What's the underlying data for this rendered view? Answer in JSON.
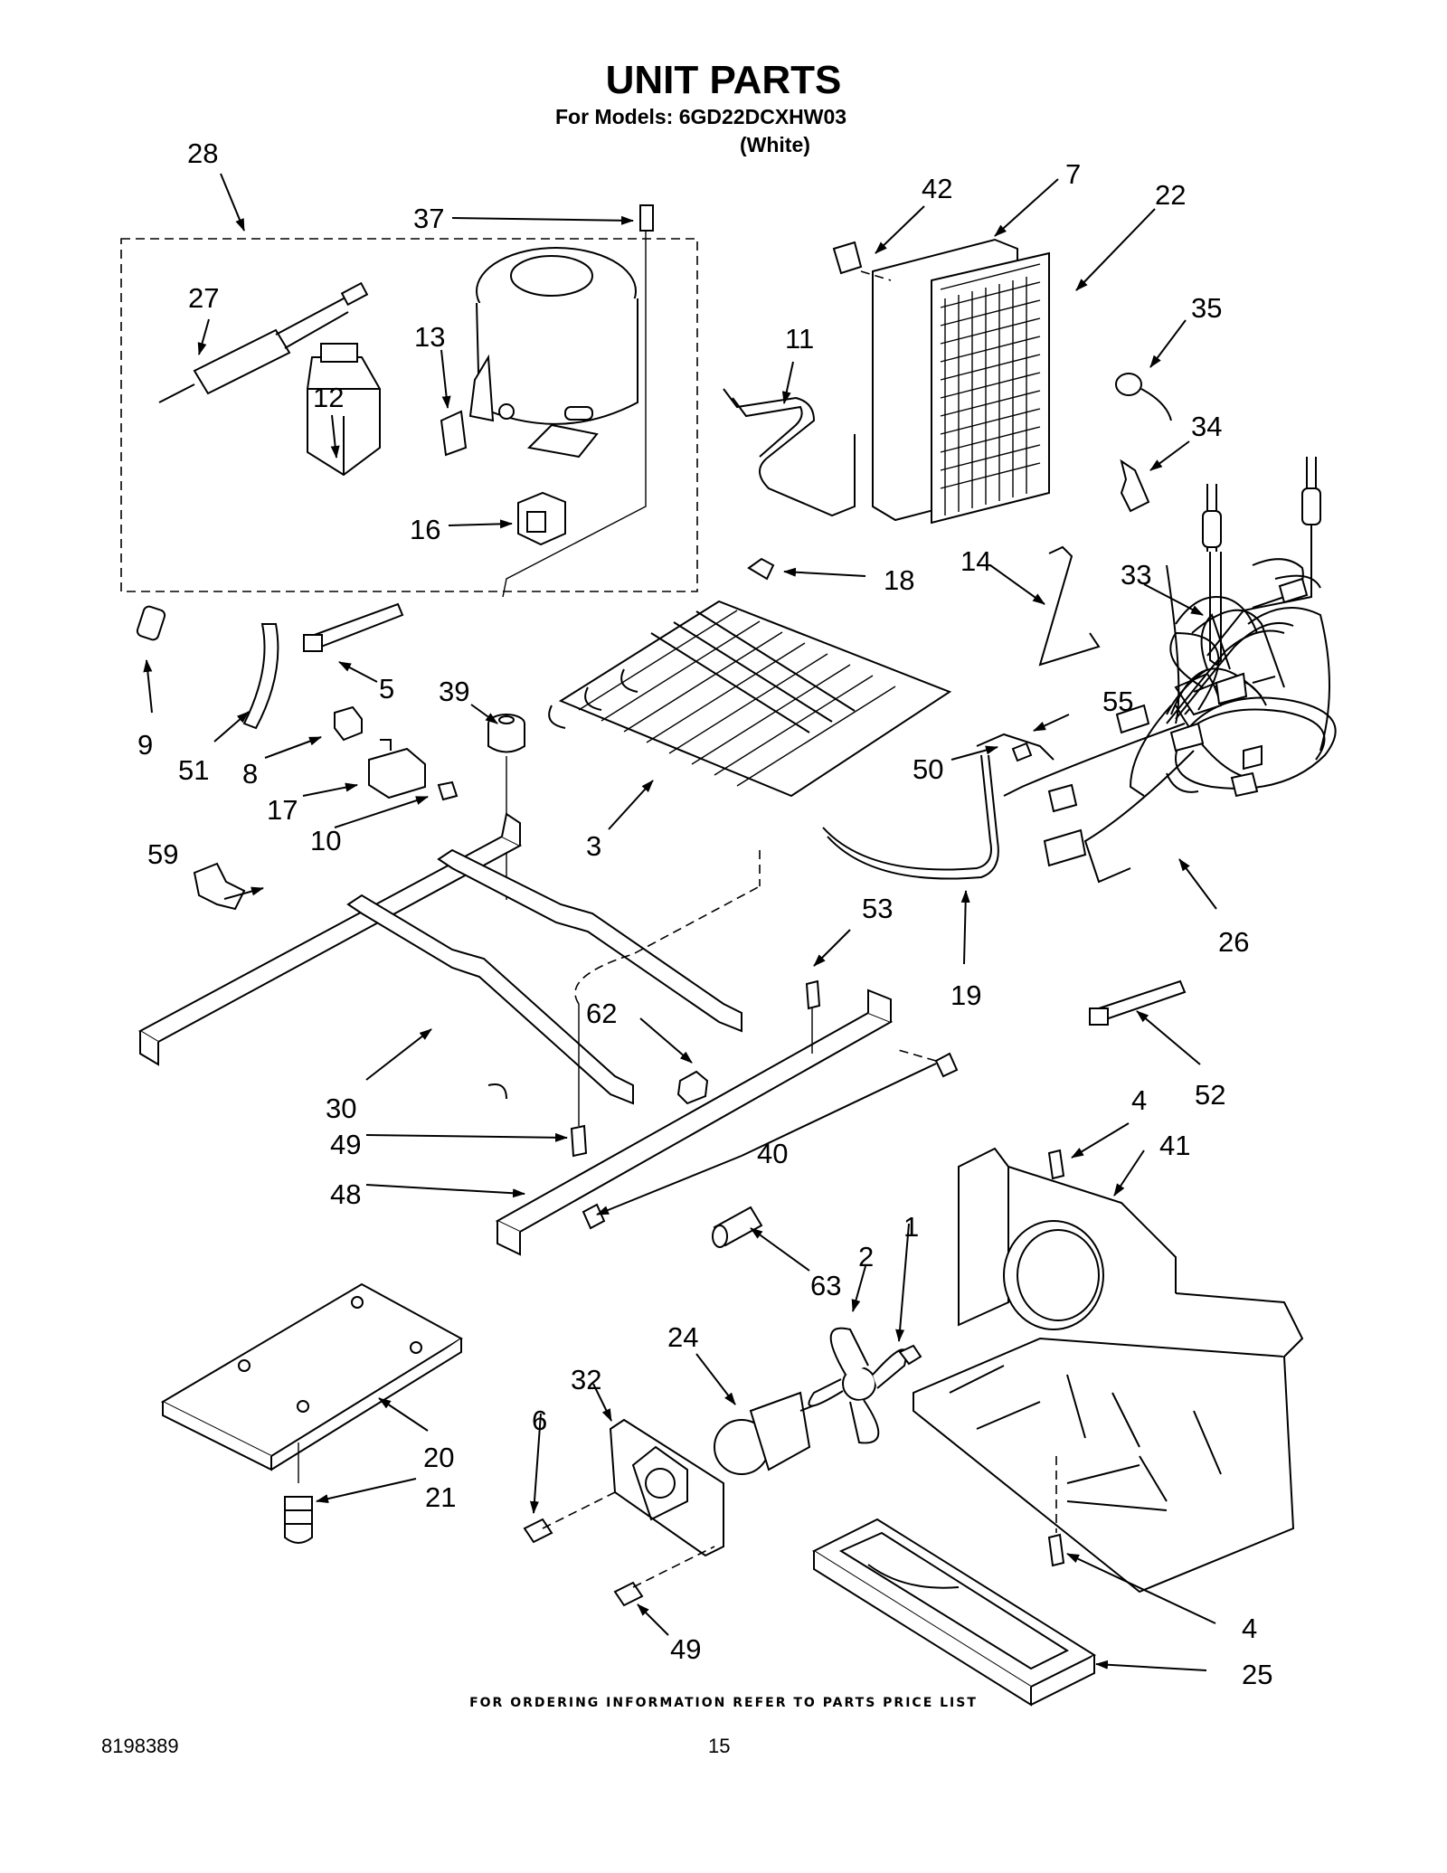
{
  "header": {
    "title": "UNIT PARTS",
    "models_line": "For Models: 6GD22DCXHW03",
    "color_line": "(White)"
  },
  "footer": {
    "note": "FOR ORDERING INFORMATION REFER TO PARTS PRICE LIST",
    "doc_number": "8198389",
    "page_number": "15"
  },
  "callouts": {
    "c1": "1",
    "c2": "2",
    "c3": "3",
    "c4a": "4",
    "c4b": "4",
    "c5": "5",
    "c6": "6",
    "c7": "7",
    "c8": "8",
    "c9": "9",
    "c10": "10",
    "c11": "11",
    "c12": "12",
    "c13": "13",
    "c14": "14",
    "c16": "16",
    "c17": "17",
    "c18": "18",
    "c19": "19",
    "c20": "20",
    "c21": "21",
    "c22": "22",
    "c24": "24",
    "c25": "25",
    "c26": "26",
    "c27": "27",
    "c28": "28",
    "c30": "30",
    "c32": "32",
    "c33": "33",
    "c34": "34",
    "c35": "35",
    "c37": "37",
    "c39": "39",
    "c40": "40",
    "c41": "41",
    "c42": "42",
    "c48": "48",
    "c49a": "49",
    "c49b": "49",
    "c50": "50",
    "c51": "51",
    "c52": "52",
    "c53": "53",
    "c55": "55",
    "c59": "59",
    "c62": "62",
    "c63": "63"
  }
}
